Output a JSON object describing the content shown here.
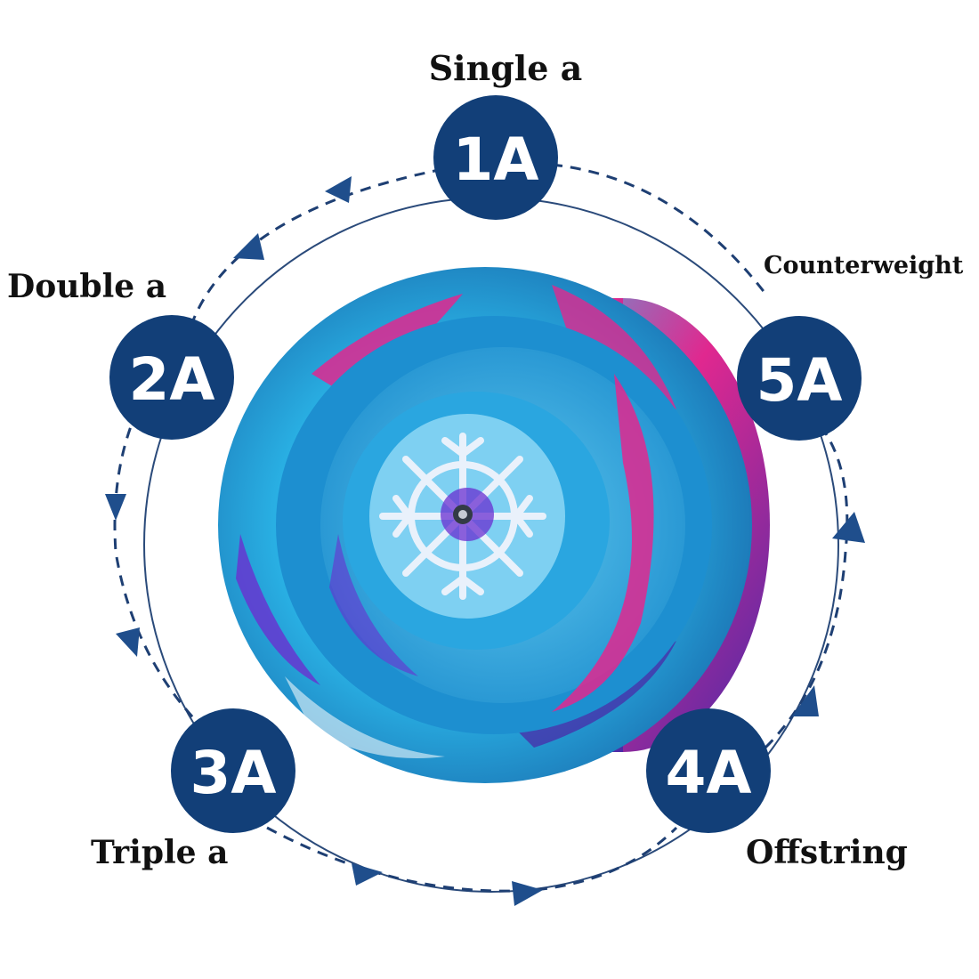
{
  "colors": {
    "badge": "#123f78",
    "badge_text": "#ffffff",
    "ring": "#2a4a7a",
    "dashed": "#1e3f73",
    "arrow": "#1f4e8c",
    "yoyo_cyan": "#2ab3e6",
    "yoyo_magenta": "#e0288f",
    "yoyo_purple": "#6a2fd0"
  },
  "styles": [
    {
      "code": "1A",
      "label": "Single a"
    },
    {
      "code": "2A",
      "label": "Double a"
    },
    {
      "code": "3A",
      "label": "Triple a"
    },
    {
      "code": "4A",
      "label": "Offstring"
    },
    {
      "code": "5A",
      "label": "Counterweight"
    }
  ],
  "icons": {
    "center": "yoyo-icon",
    "flow": "arrow-icon"
  }
}
